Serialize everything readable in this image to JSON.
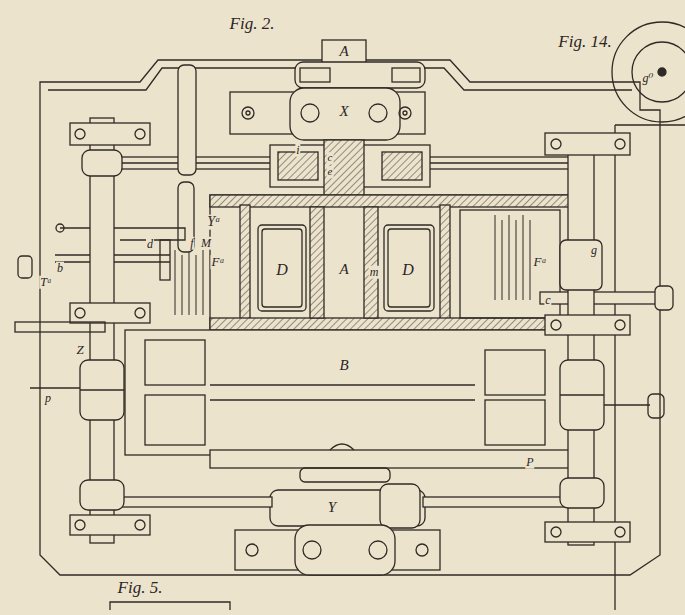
{
  "diagram": {
    "title": "Fig. 2.",
    "labels": [
      "Fig. 14.",
      "A",
      "X",
      "i",
      "c",
      "e",
      "Yᵃ",
      "d",
      "f",
      "M",
      "Fᵃ",
      "b",
      "Tᵃ",
      "D",
      "A",
      "m",
      "D",
      "Fᵃ",
      "g",
      "c",
      "Z",
      "B",
      "p",
      "P",
      "Y",
      "Fig. 5.",
      "g⁰"
    ]
  }
}
